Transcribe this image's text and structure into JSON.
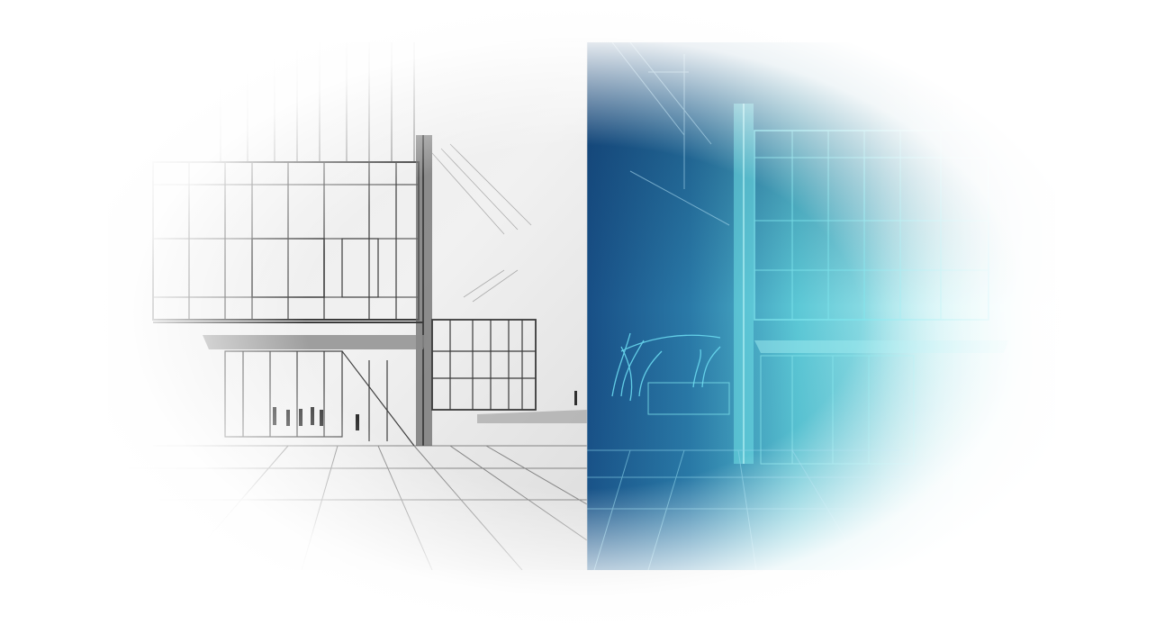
{
  "scene": {
    "subject": "architectural-sketch-building-facade",
    "left_panel": {
      "style": "pencil-sketch",
      "palette": [
        "#f2f2f2",
        "#bdbdbd",
        "#4a4a4a"
      ]
    },
    "right_panel": {
      "style": "blueprint-render",
      "palette": [
        "#1a4f8a",
        "#3aa6c9",
        "#6fe0e6",
        "#d8f4f6"
      ]
    },
    "frame": {
      "vignette_color": "#ffffff",
      "shadow_color": "#c4c4c4"
    }
  }
}
